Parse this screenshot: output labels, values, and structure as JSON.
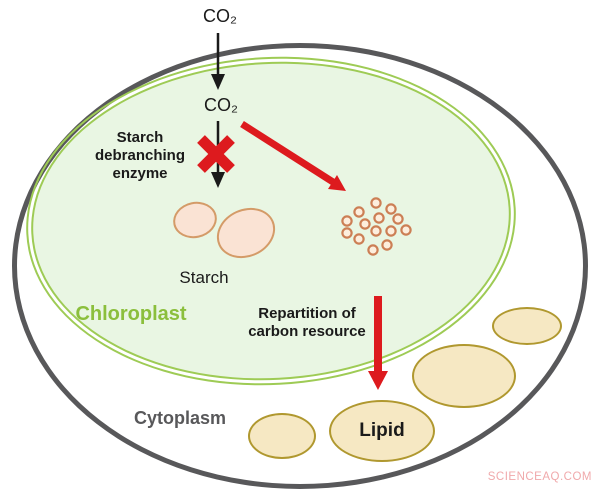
{
  "figure": {
    "co2_outside": "CO₂",
    "co2_inside": "CO₂",
    "enzyme_block_label": "Starch\ndebranching\nenzyme",
    "starch_label": "Starch",
    "chloroplast_label": "Chloroplast",
    "repartition_label": "Repartition of\ncarbon resource",
    "cytoplasm_label": "Cytoplasm",
    "lipid_label": "Lipid",
    "watermark": "SCIENCEAQ.COM"
  },
  "colors": {
    "accent-red": "#dd1a1e",
    "membrane-gray": "#58585a",
    "chloroplast-green": "#9ecb55",
    "chloroplast-fill": "#e9f6e3",
    "chloroplast-label-green": "#8bbf3c",
    "starch-fill": "#fae3d4",
    "starch-border": "#d49b68",
    "granule-fill": "#fdeedd",
    "granule-border": "#cc7f55",
    "lipid-fill": "#f6e8c3",
    "lipid-border": "#b0982f",
    "cytoplasm-gray": "#58585a",
    "text-black": "#1a1a1a",
    "watermark-pink": "#f0a9ab"
  }
}
